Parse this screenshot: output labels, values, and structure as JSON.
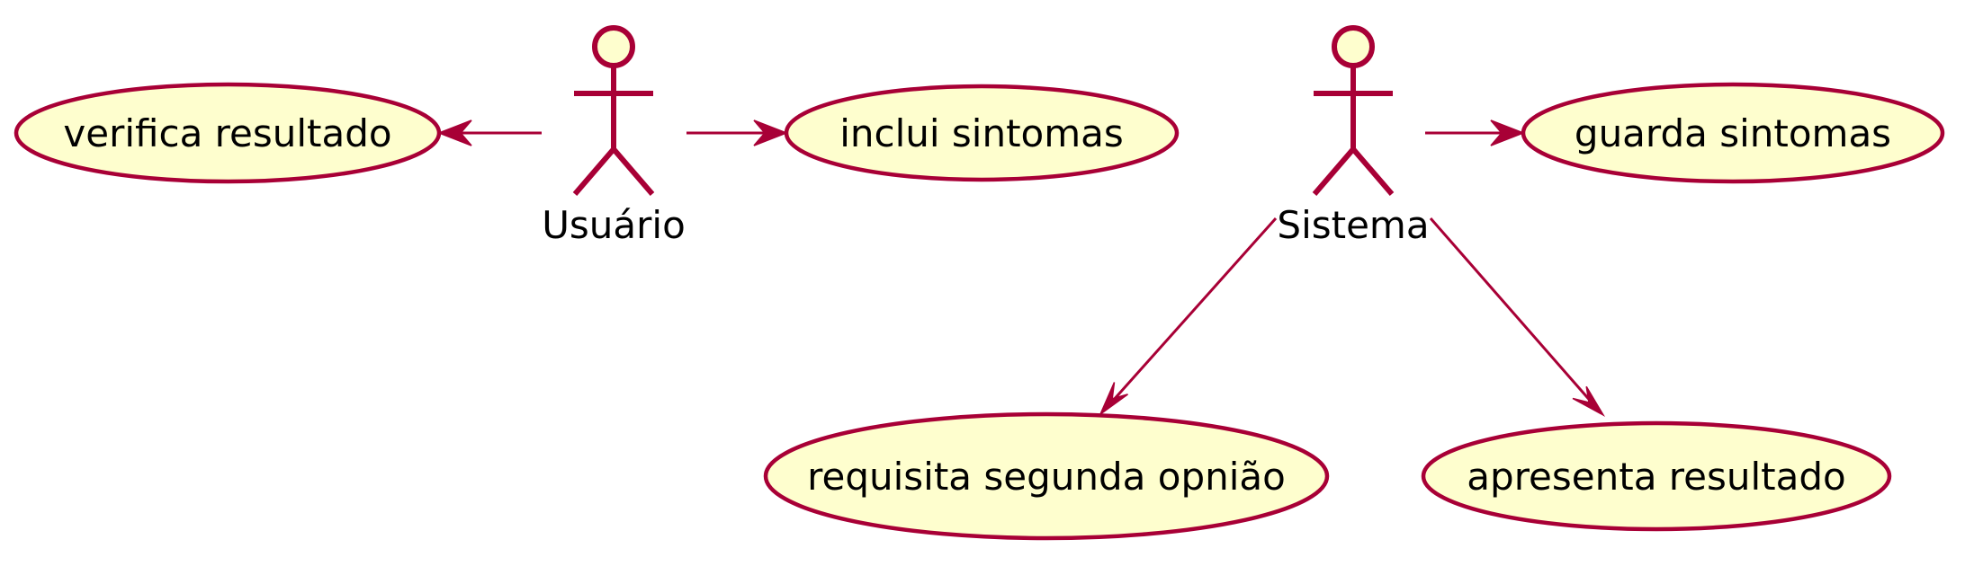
{
  "diagram": {
    "colors": {
      "usecase_fill": "#FEFECE",
      "border": "#A80036",
      "text": "#000000",
      "background": "#FFFFFF"
    },
    "actors": {
      "usuario": {
        "label": "Usuário"
      },
      "sistema": {
        "label": "Sistema"
      }
    },
    "use_cases": {
      "verifica_resultado": {
        "label": "verifica resultado"
      },
      "inclui_sintomas": {
        "label": "inclui sintomas"
      },
      "guarda_sintomas": {
        "label": "guarda sintomas"
      },
      "requisita_segunda_opniao": {
        "label": "requisita segunda opnião"
      },
      "apresenta_resultado": {
        "label": "apresenta resultado"
      }
    },
    "relations": [
      {
        "from": "Usuário",
        "to": "verifica resultado"
      },
      {
        "from": "Usuário",
        "to": "inclui sintomas"
      },
      {
        "from": "Sistema",
        "to": "guarda sintomas"
      },
      {
        "from": "Sistema",
        "to": "requisita segunda opnião"
      },
      {
        "from": "Sistema",
        "to": "apresenta resultado"
      }
    ]
  }
}
